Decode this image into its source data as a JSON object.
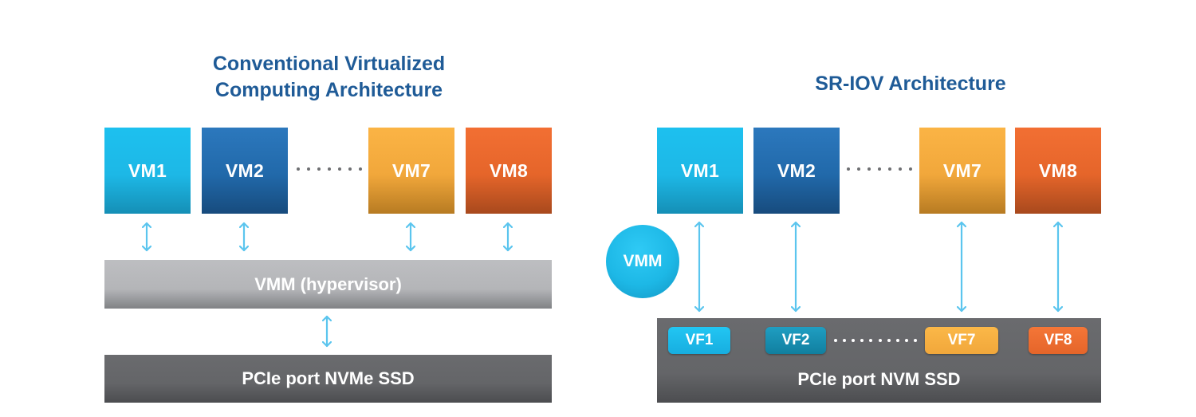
{
  "colors": {
    "title": "#1f5b97",
    "arrow": "#5bc5ee",
    "vm1": "#1dc0ef",
    "vm2": "#2169aa",
    "vm7": "#f1a73b",
    "vm8": "#e5652a",
    "vmm_bar": "#b4b5b8",
    "pcie_bar": "#646568"
  },
  "left": {
    "title_line1": "Conventional Virtualized",
    "title_line2": "Computing Architecture",
    "vms": [
      "VM1",
      "VM2",
      "VM7",
      "VM8"
    ],
    "vmm_label": "VMM (hypervisor)",
    "pcie_label": "PCIe port NVMe SSD"
  },
  "right": {
    "title": "SR-IOV Architecture",
    "vms": [
      "VM1",
      "VM2",
      "VM7",
      "VM8"
    ],
    "vmm_label": "VMM",
    "vfs": [
      "VF1",
      "VF2",
      "VF7",
      "VF8"
    ],
    "pcie_label": "PCIe port NVM SSD"
  }
}
